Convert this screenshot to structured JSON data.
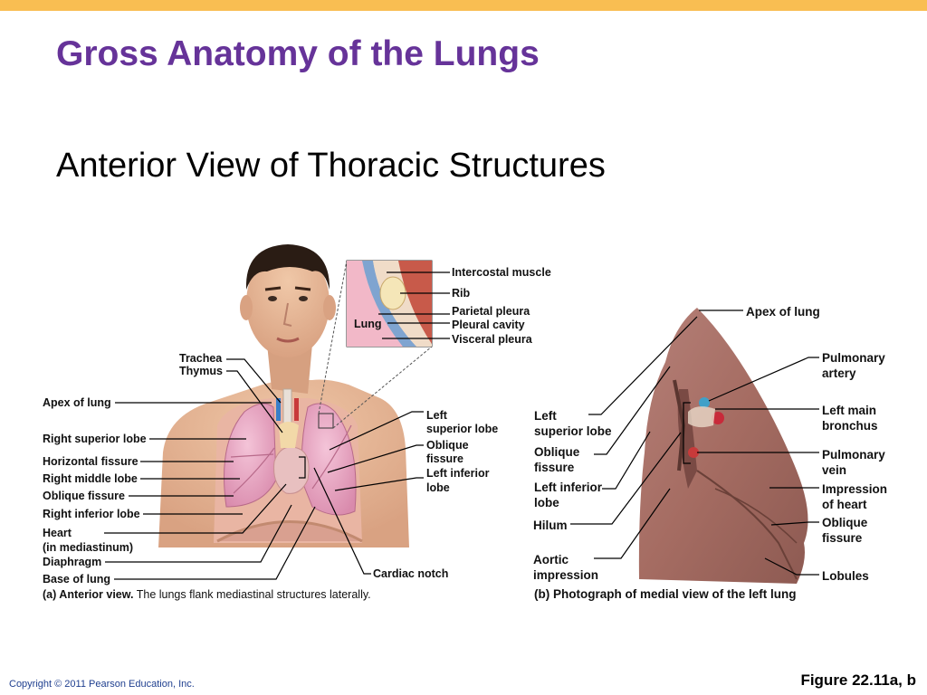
{
  "slide": {
    "title": "Gross Anatomy of the Lungs",
    "subtitle": "Anterior View of Thoracic Structures",
    "accent_color": "#663399",
    "band_color": "#f9be52",
    "copyright": "Copyright © 2011 Pearson Education, Inc.",
    "figure_ref": "Figure 22.11a, b"
  },
  "figure_a": {
    "inset_lung_label": "Lung",
    "inset_labels": {
      "intercostal_muscle": "Intercostal muscle",
      "rib": "Rib",
      "parietal_pleura": "Parietal pleura",
      "pleural_cavity": "Pleural cavity",
      "visceral_pleura": "Visceral pleura"
    },
    "labels": {
      "trachea": "Trachea",
      "thymus": "Thymus",
      "apex_of_lung": "Apex of lung",
      "right_superior_lobe": "Right superior lobe",
      "horizontal_fissure": "Horizontal fissure",
      "right_middle_lobe": "Right middle lobe",
      "oblique_fissure": "Oblique fissure",
      "right_inferior_lobe": "Right inferior lobe",
      "heart_1": "Heart",
      "heart_2": "(in mediastinum)",
      "diaphragm": "Diaphragm",
      "base_of_lung": "Base of lung",
      "left_superior_lobe_1": "Left",
      "left_superior_lobe_2": "superior lobe",
      "oblique_fissure_left_1": "Oblique",
      "oblique_fissure_left_2": "fissure",
      "left_inferior_lobe_1": "Left inferior",
      "left_inferior_lobe_2": "lobe",
      "cardiac_notch": "Cardiac notch"
    },
    "caption_bold": "(a) Anterior view.",
    "caption_rest": " The lungs flank mediastinal structures laterally."
  },
  "figure_b": {
    "labels": {
      "apex_of_lung": "Apex of lung",
      "pulmonary_artery_1": "Pulmonary",
      "pulmonary_artery_2": "artery",
      "left_main_bronchus_1": "Left main",
      "left_main_bronchus_2": "bronchus",
      "pulmonary_vein_1": "Pulmonary",
      "pulmonary_vein_2": "vein",
      "impression_of_heart_1": "Impression",
      "impression_of_heart_2": "of heart",
      "oblique_fissure_1": "Oblique",
      "oblique_fissure_2": "fissure",
      "lobules": "Lobules",
      "left_superior_lobe_1": "Left",
      "left_superior_lobe_2": "superior lobe",
      "oblique_fissure_l_1": "Oblique",
      "oblique_fissure_l_2": "fissure",
      "left_inferior_lobe_1": "Left inferior",
      "left_inferior_lobe_2": "lobe",
      "hilum": "Hilum",
      "aortic_impression_1": "Aortic",
      "aortic_impression_2": "impression"
    },
    "caption": "(b) Photograph of medial view of the left lung"
  }
}
